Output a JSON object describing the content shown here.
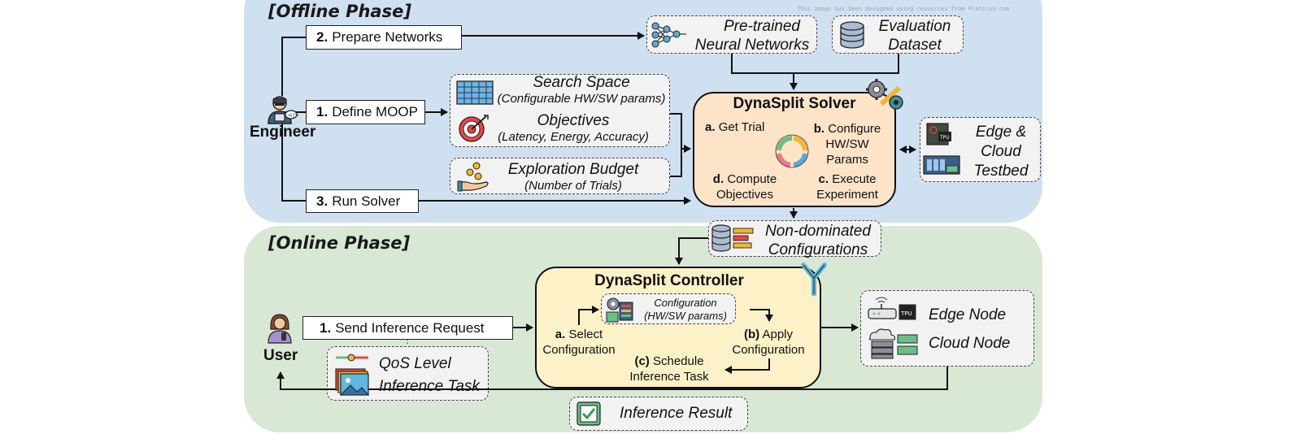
{
  "watermark": "This image has been designed using resources from Flaticon.com",
  "offline": {
    "title": "[Offline Phase]",
    "actor": "Engineer",
    "steps": [
      {
        "num": "2.",
        "label": "Prepare Networks"
      },
      {
        "num": "1.",
        "label": "Define MOOP"
      },
      {
        "num": "3.",
        "label": "Run Solver"
      }
    ],
    "pretrained": "Pre-trained\nNeural Networks",
    "pretrained_l1": "Pre-trained",
    "pretrained_l2": "Neural Networks",
    "dataset_l1": "Evaluation",
    "dataset_l2": "Dataset",
    "search_space": "Search Space",
    "search_space_sub": "(Configurable HW/SW params)",
    "objectives": "Objectives",
    "objectives_sub": "(Latency, Energy, Accuracy)",
    "budget": "Exploration Budget",
    "budget_sub": "(Number of Trials)",
    "solver": {
      "title": "DynaSplit Solver",
      "a_num": "a.",
      "a_label": "Get Trial",
      "b_num": "b.",
      "b_l1": "Configure",
      "b_l2": "HW/SW",
      "b_l3": "Params",
      "c_num": "c.",
      "c_l1": "Execute",
      "c_l2": "Experiment",
      "d_num": "d.",
      "d_l1": "Compute",
      "d_l2": "Objectives"
    },
    "testbed_l1": "Edge &",
    "testbed_l2": "Cloud",
    "testbed_l3": "Testbed",
    "tpu_label": "TPU"
  },
  "online": {
    "title": "[Online Phase]",
    "actor": "User",
    "nondominated_l1": "Non-dominated",
    "nondominated_l2": "Configurations",
    "step1_num": "1.",
    "step1_label": "Send Inference Request",
    "qos": "QoS Level",
    "task": "Inference Task",
    "controller": {
      "title": "DynaSplit Controller",
      "config_l1": "Configuration",
      "config_l2": "(HW/SW params)",
      "a_num": "a.",
      "a_l1": "Select",
      "a_l2": "Configuration",
      "b_num": "(b)",
      "b_l1": "Apply",
      "b_l2": "Configuration",
      "c_num": "(c)",
      "c_l1": "Schedule",
      "c_l2": "Inference Task"
    },
    "edge_node": "Edge Node",
    "cloud_node": "Cloud Node",
    "result": "Inference Result",
    "tpu_label": "TPU"
  },
  "colors": {
    "offline_bg": "#cfe0f1",
    "online_bg": "#d9e8d5",
    "solver_fill": "#fde3c8",
    "controller_fill": "#fdf1c8"
  }
}
